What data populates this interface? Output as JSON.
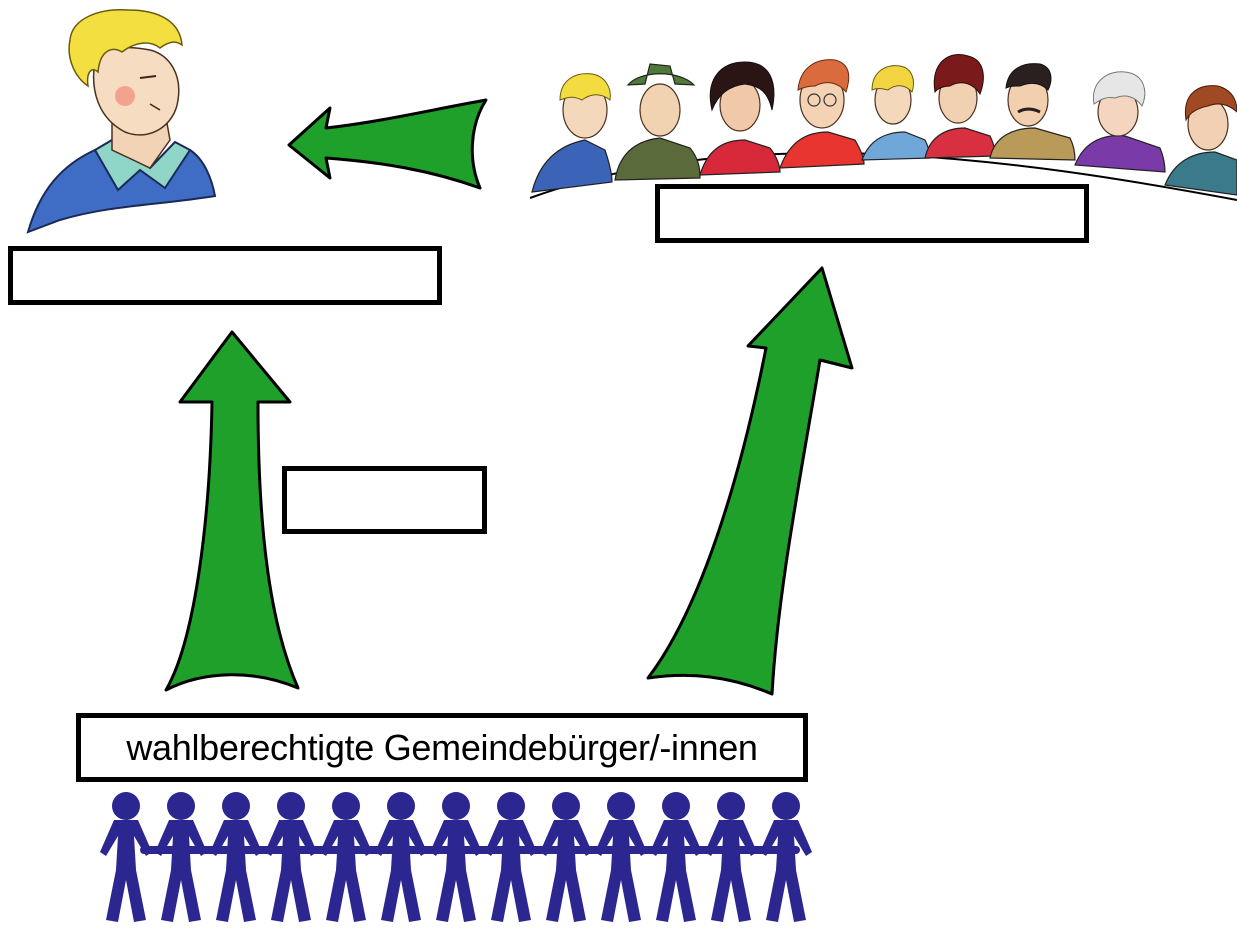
{
  "colors": {
    "arrow_fill": "#1ea02b",
    "voter_figures": "#2b2690",
    "box_border": "#000000"
  },
  "boxes": {
    "mayor_label": "",
    "council_label": "",
    "middle_label": "",
    "voters_label": "wahlberechtigte Gemeindebürger/-innen"
  },
  "illustrations": {
    "mayor": "mayor-portrait-illustration",
    "council": "municipal-council-group-illustration",
    "voters": "voter-paper-chain-figures"
  },
  "arrows": [
    {
      "from": "voters",
      "to": "mayor",
      "icon": "up-arrow"
    },
    {
      "from": "voters",
      "to": "council",
      "icon": "up-arrow"
    },
    {
      "from": "council",
      "to": "mayor",
      "icon": "left-arrow"
    }
  ]
}
